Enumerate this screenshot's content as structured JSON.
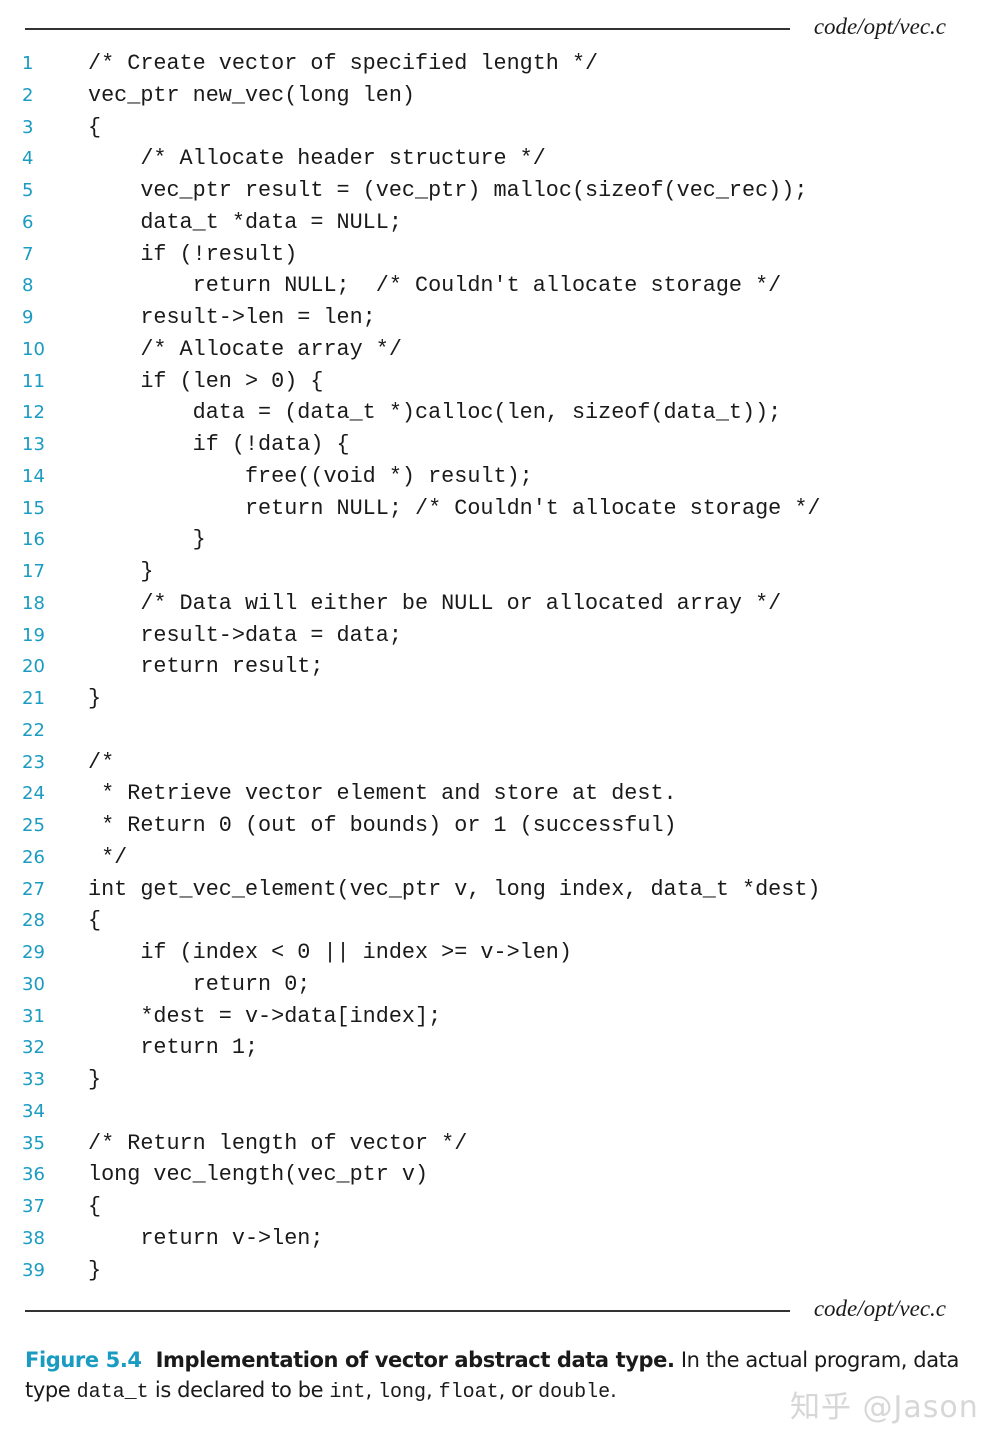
{
  "header": {
    "filename": "code/opt/vec.c"
  },
  "footer": {
    "filename": "code/opt/vec.c"
  },
  "code": {
    "lines": [
      {
        "n": "1",
        "text": "/* Create vector of specified length */"
      },
      {
        "n": "2",
        "text": "vec_ptr new_vec(long len)"
      },
      {
        "n": "3",
        "text": "{"
      },
      {
        "n": "4",
        "text": "    /* Allocate header structure */"
      },
      {
        "n": "5",
        "text": "    vec_ptr result = (vec_ptr) malloc(sizeof(vec_rec));"
      },
      {
        "n": "6",
        "text": "    data_t *data = NULL;"
      },
      {
        "n": "7",
        "text": "    if (!result)"
      },
      {
        "n": "8",
        "text": "        return NULL;  /* Couldn't allocate storage */"
      },
      {
        "n": "9",
        "text": "    result->len = len;"
      },
      {
        "n": "10",
        "text": "    /* Allocate array */"
      },
      {
        "n": "11",
        "text": "    if (len > 0) {"
      },
      {
        "n": "12",
        "text": "        data = (data_t *)calloc(len, sizeof(data_t));"
      },
      {
        "n": "13",
        "text": "        if (!data) {"
      },
      {
        "n": "14",
        "text": "            free((void *) result);"
      },
      {
        "n": "15",
        "text": "            return NULL; /* Couldn't allocate storage */"
      },
      {
        "n": "16",
        "text": "        }"
      },
      {
        "n": "17",
        "text": "    }"
      },
      {
        "n": "18",
        "text": "    /* Data will either be NULL or allocated array */"
      },
      {
        "n": "19",
        "text": "    result->data = data;"
      },
      {
        "n": "20",
        "text": "    return result;"
      },
      {
        "n": "21",
        "text": "}"
      },
      {
        "n": "22",
        "text": ""
      },
      {
        "n": "23",
        "text": "/*"
      },
      {
        "n": "24",
        "text": " * Retrieve vector element and store at dest."
      },
      {
        "n": "25",
        "text": " * Return 0 (out of bounds) or 1 (successful)"
      },
      {
        "n": "26",
        "text": " */"
      },
      {
        "n": "27",
        "text": "int get_vec_element(vec_ptr v, long index, data_t *dest)"
      },
      {
        "n": "28",
        "text": "{"
      },
      {
        "n": "29",
        "text": "    if (index < 0 || index >= v->len)"
      },
      {
        "n": "30",
        "text": "        return 0;"
      },
      {
        "n": "31",
        "text": "    *dest = v->data[index];"
      },
      {
        "n": "32",
        "text": "    return 1;"
      },
      {
        "n": "33",
        "text": "}"
      },
      {
        "n": "34",
        "text": ""
      },
      {
        "n": "35",
        "text": "/* Return length of vector */"
      },
      {
        "n": "36",
        "text": "long vec_length(vec_ptr v)"
      },
      {
        "n": "37",
        "text": "{"
      },
      {
        "n": "38",
        "text": "    return v->len;"
      },
      {
        "n": "39",
        "text": "}"
      }
    ]
  },
  "caption": {
    "label": "Figure 5.4",
    "title": "Implementation of vector abstract data type.",
    "text_1": " In the actual program, data type ",
    "code_1": "data_t",
    "text_2": " is declared to be ",
    "code_2": "int",
    "text_3": ", ",
    "code_3": "long",
    "text_4": ", ",
    "code_4": "float",
    "text_5": ", or ",
    "code_5": "double",
    "text_6": "."
  },
  "watermark": {
    "text": "知乎 @Jason"
  },
  "colors": {
    "accent": "#1a9bc1",
    "text": "#1a1a1a",
    "rule": "#333333",
    "watermark": "#d7d7d7"
  }
}
